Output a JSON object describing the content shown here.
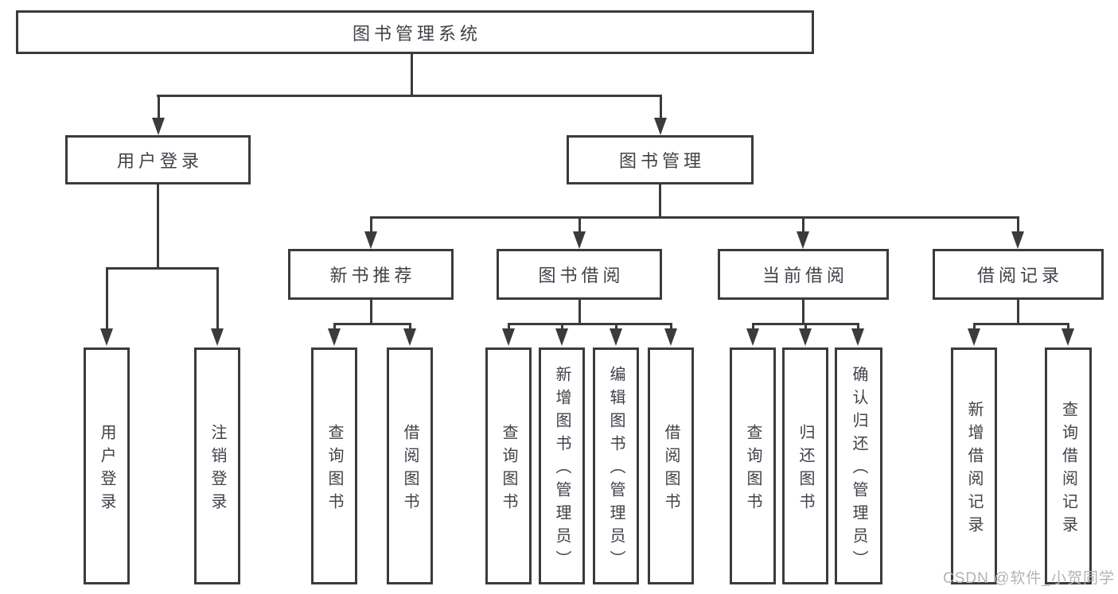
{
  "root": {
    "label": "图书管理系统"
  },
  "branches": [
    {
      "label": "用户登录",
      "children": [
        {
          "label": "用户登录"
        },
        {
          "label": "注销登录"
        }
      ]
    },
    {
      "label": "图书管理",
      "children": [
        {
          "label": "新书推荐",
          "children": [
            {
              "label": "查询图书"
            },
            {
              "label": "借阅图书"
            }
          ]
        },
        {
          "label": "图书借阅",
          "children": [
            {
              "label": "查询图书"
            },
            {
              "label": "新增图书（管理员）"
            },
            {
              "label": "编辑图书（管理员）"
            },
            {
              "label": "借阅图书"
            }
          ]
        },
        {
          "label": "当前借阅",
          "children": [
            {
              "label": "查询图书"
            },
            {
              "label": "归还图书"
            },
            {
              "label": "确认归还（管理员）"
            }
          ]
        },
        {
          "label": "借阅记录",
          "children": [
            {
              "label": "新增借阅记录"
            },
            {
              "label": "查询借阅记录"
            }
          ]
        }
      ]
    }
  ],
  "watermark": {
    "text": "CSDN @软件_小贺同学"
  },
  "colors": {
    "line": "#3b3b3b",
    "text": "#41414a",
    "watermark": "#b3b3b3",
    "background": "#ffffff"
  }
}
